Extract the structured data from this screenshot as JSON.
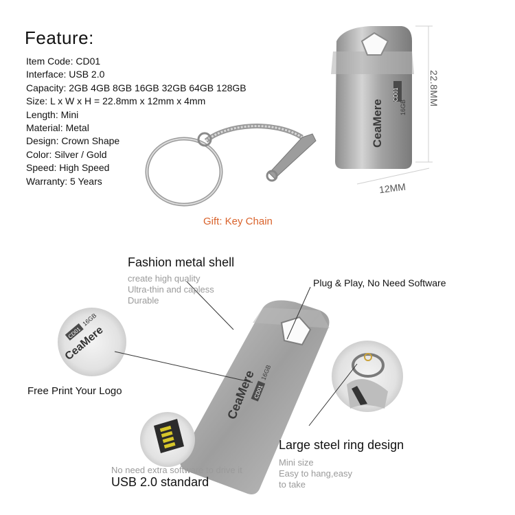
{
  "feature": {
    "title": "Feature:",
    "specs": [
      "Item Code: CD01",
      "Interface: USB 2.0",
      "Capacity: 2GB 4GB 8GB 16GB 32GB 64GB 128GB",
      "Size: L x W x H = 22.8mm x 12mm x 4mm",
      "Length: Mini",
      "Material: Metal",
      "Design: Crown Shape",
      "Color: Silver / Gold",
      "Speed: High Speed",
      "Warranty: 5 Years"
    ]
  },
  "gift": "Gift: Key Chain",
  "dimensions": {
    "height": "22.8MM",
    "width": "12MM"
  },
  "brand": {
    "name": "CeaMere",
    "tag": "CD01",
    "capacity": "16GB"
  },
  "callouts": {
    "fashion_title": "Fashion metal shell",
    "fashion_lines": [
      "create high quality",
      "Ultra-thin and capless",
      "Durable"
    ],
    "plug": "Plug & Play, No Need Software",
    "logo": "Free Print Your Logo",
    "ring_title": "Large steel ring design",
    "ring_lines": [
      "Mini size",
      "Easy to hang,easy",
      "to take"
    ],
    "driver_note": "No need extra software to drive it",
    "usb_standard": "USB 2.0 standard"
  },
  "colors": {
    "gift": "#d9622b",
    "subtext": "#9a9a9a",
    "metal": "#a9a9a9",
    "usb_gold": "#d6c62a"
  }
}
